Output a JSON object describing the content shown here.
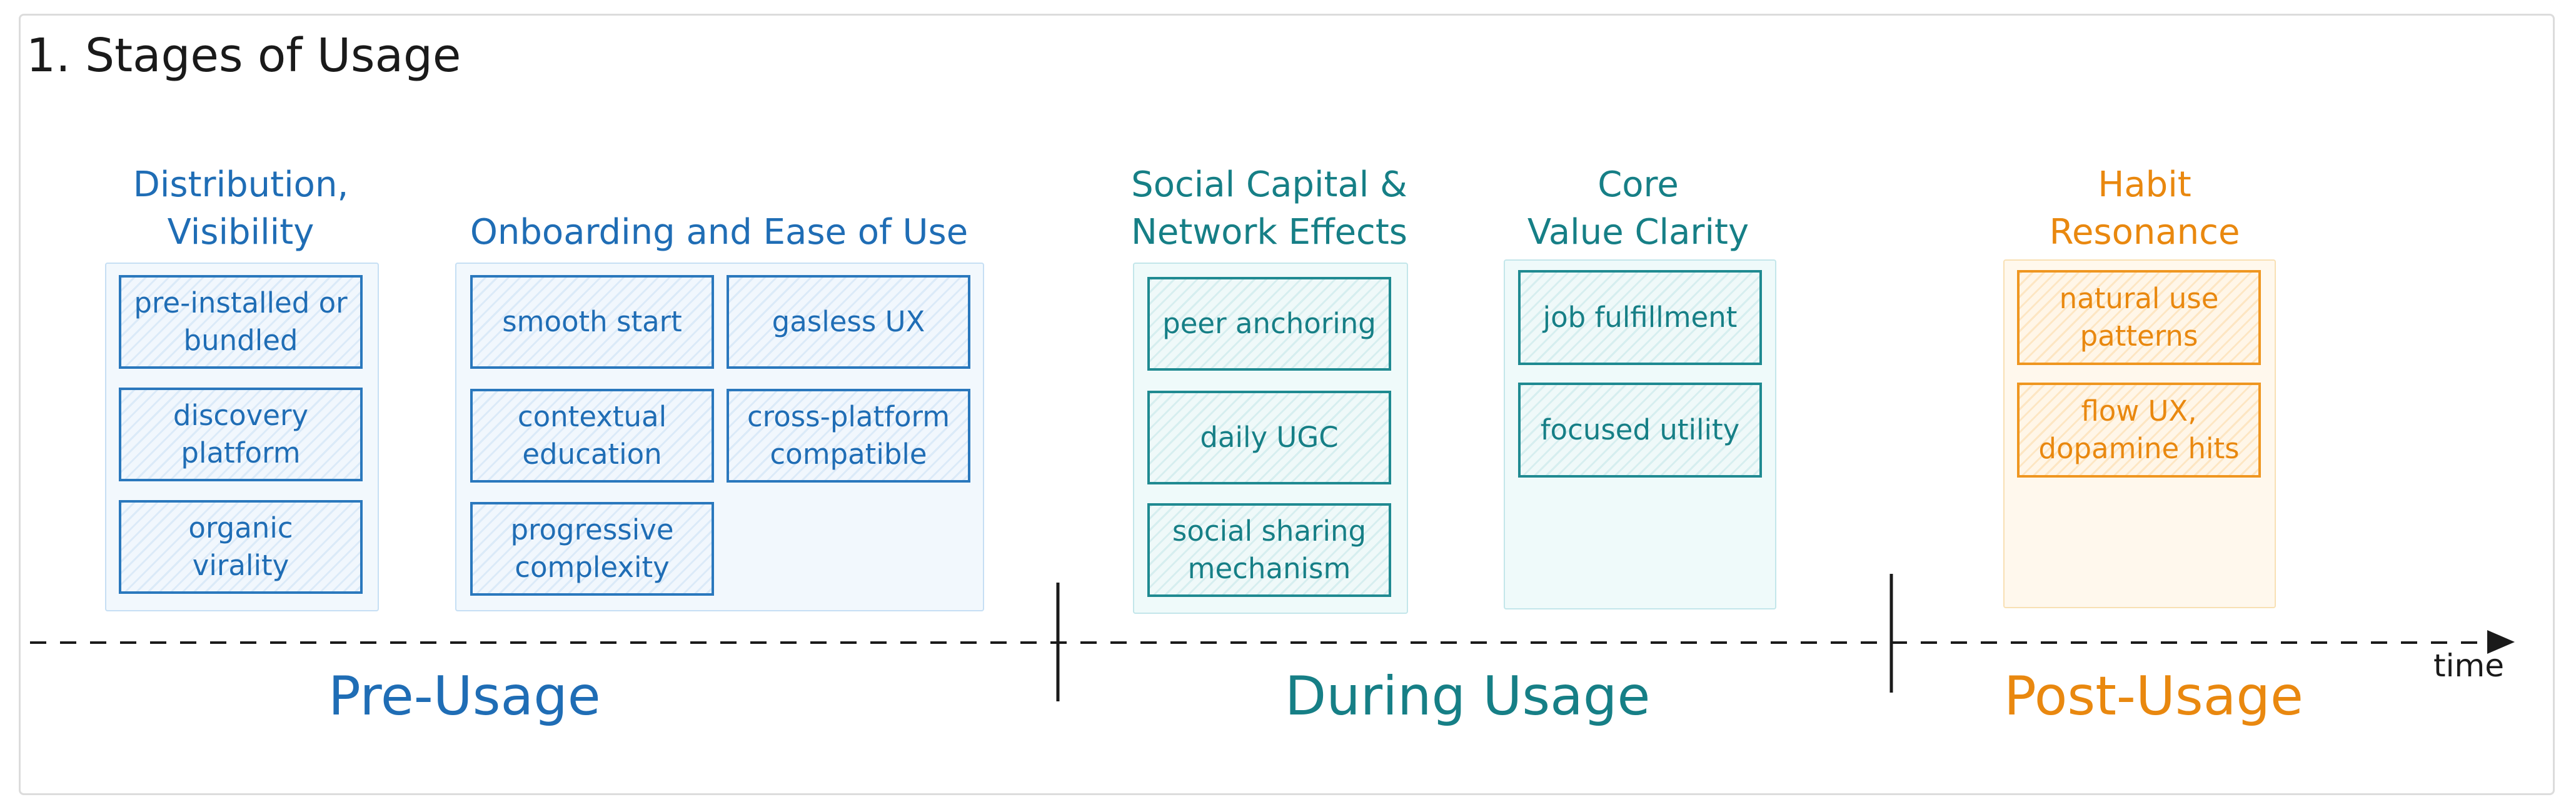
{
  "title": "1. Stages of Usage",
  "columns": {
    "distribution": {
      "heading": "Distribution,\nVisibility",
      "items": [
        "pre-installed or\nbundled",
        "discovery\nplatform",
        "organic\nvirality"
      ]
    },
    "onboarding": {
      "heading": "Onboarding and Ease of Use",
      "items": [
        "smooth start",
        "gasless UX",
        "contextual\neducation",
        "cross-platform\ncompatible",
        "progressive\ncomplexity"
      ]
    },
    "social": {
      "heading": "Social Capital &\nNetwork Effects",
      "items": [
        "peer anchoring",
        "daily UGC",
        "social sharing\nmechanism"
      ]
    },
    "core": {
      "heading": "Core\nValue Clarity",
      "items": [
        "job fulfillment",
        "focused utility"
      ]
    },
    "habit": {
      "heading": "Habit\nResonance",
      "items": [
        "natural use\npatterns",
        "flow UX,\ndopamine hits"
      ]
    }
  },
  "stages": {
    "pre": "Pre-Usage",
    "during": "During Usage",
    "post": "Post-Usage"
  },
  "axis_label": "time",
  "colors": {
    "pre": "#1f6db5",
    "during": "#167f86",
    "post": "#e9880f",
    "frame": "#dcdcdc",
    "axis": "#1a1a1a"
  }
}
